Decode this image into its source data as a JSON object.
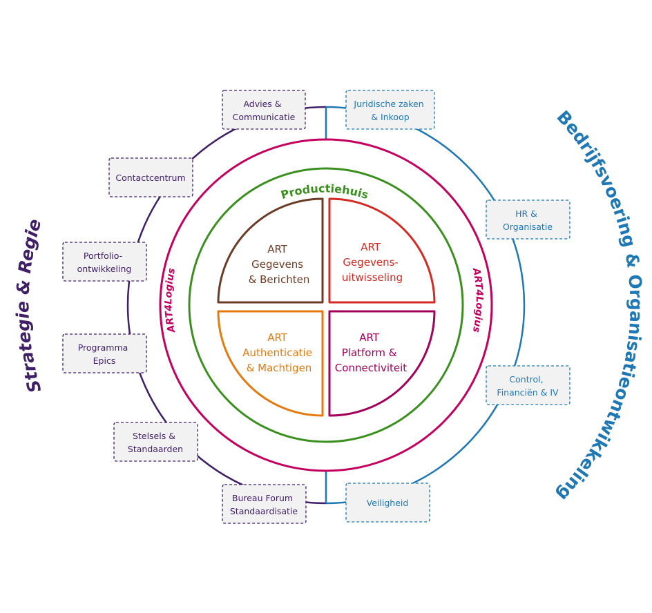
{
  "colors": {
    "purple": "#3f1f66",
    "blue": "#1f77b4",
    "magenta": "#c4005e",
    "green": "#3a8f1e",
    "brown": "#6b3b26",
    "red": "#d42a24",
    "orange": "#e57a0e",
    "plum": "#a2005a",
    "box_fill": "#f2f2f2"
  },
  "side_titles": {
    "left": "Strategie & Regie",
    "right": "Bedrijfsvoering & Organisatieontwikkeling"
  },
  "ring_labels": {
    "productiehuis": "Productiehuis",
    "art4logius_left": "ART4Logius",
    "art4logius_right": "ART4Logius"
  },
  "left_boxes": [
    {
      "lines": [
        "Advies &",
        "Communicatie"
      ]
    },
    {
      "lines": [
        "Contactcentrum"
      ]
    },
    {
      "lines": [
        "Portfolio-",
        "ontwikkeling"
      ]
    },
    {
      "lines": [
        "Programma",
        "Epics"
      ]
    },
    {
      "lines": [
        "Stelsels &",
        "Standaarden"
      ]
    },
    {
      "lines": [
        "Bureau Forum",
        "Standaardisatie"
      ]
    }
  ],
  "right_boxes": [
    {
      "lines": [
        "Juridische zaken",
        "& Inkoop"
      ]
    },
    {
      "lines": [
        "HR &",
        "Organisatie"
      ]
    },
    {
      "lines": [
        "Control,",
        "Financiën & IV"
      ]
    },
    {
      "lines": [
        "Veiligheid"
      ]
    }
  ],
  "quadrants": [
    {
      "lines": [
        "ART",
        "Gegevens",
        "& Berichten"
      ]
    },
    {
      "lines": [
        "ART",
        "Gegevens-",
        "uitwisseling"
      ]
    },
    {
      "lines": [
        "ART",
        "Authenticatie",
        "& Machtigen"
      ]
    },
    {
      "lines": [
        "ART",
        "Platform &",
        "Connectiviteit"
      ]
    }
  ]
}
